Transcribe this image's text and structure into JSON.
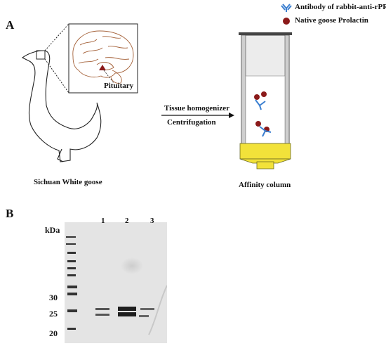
{
  "panel_a": {
    "label": "A",
    "goose_caption": "Sichuan White goose",
    "pituitary_label": "Pituitary",
    "process_step_1": "Tissue homogenizer",
    "process_step_2": "Centrifugation",
    "column_caption": "Affinity column",
    "legend": [
      {
        "text": "Antibody of rabbit-anti-rPRL",
        "icon": "antibody-icon",
        "color": "#3b7fd0"
      },
      {
        "text": "Native goose Prolactin",
        "icon": "prolactin-dot-icon",
        "color": "#8b1a1a"
      }
    ]
  },
  "panel_b": {
    "label": "B",
    "unit_label": "kDa",
    "lanes": [
      "1",
      "2",
      "3"
    ],
    "markers": [
      "30",
      "25",
      "20"
    ]
  }
}
